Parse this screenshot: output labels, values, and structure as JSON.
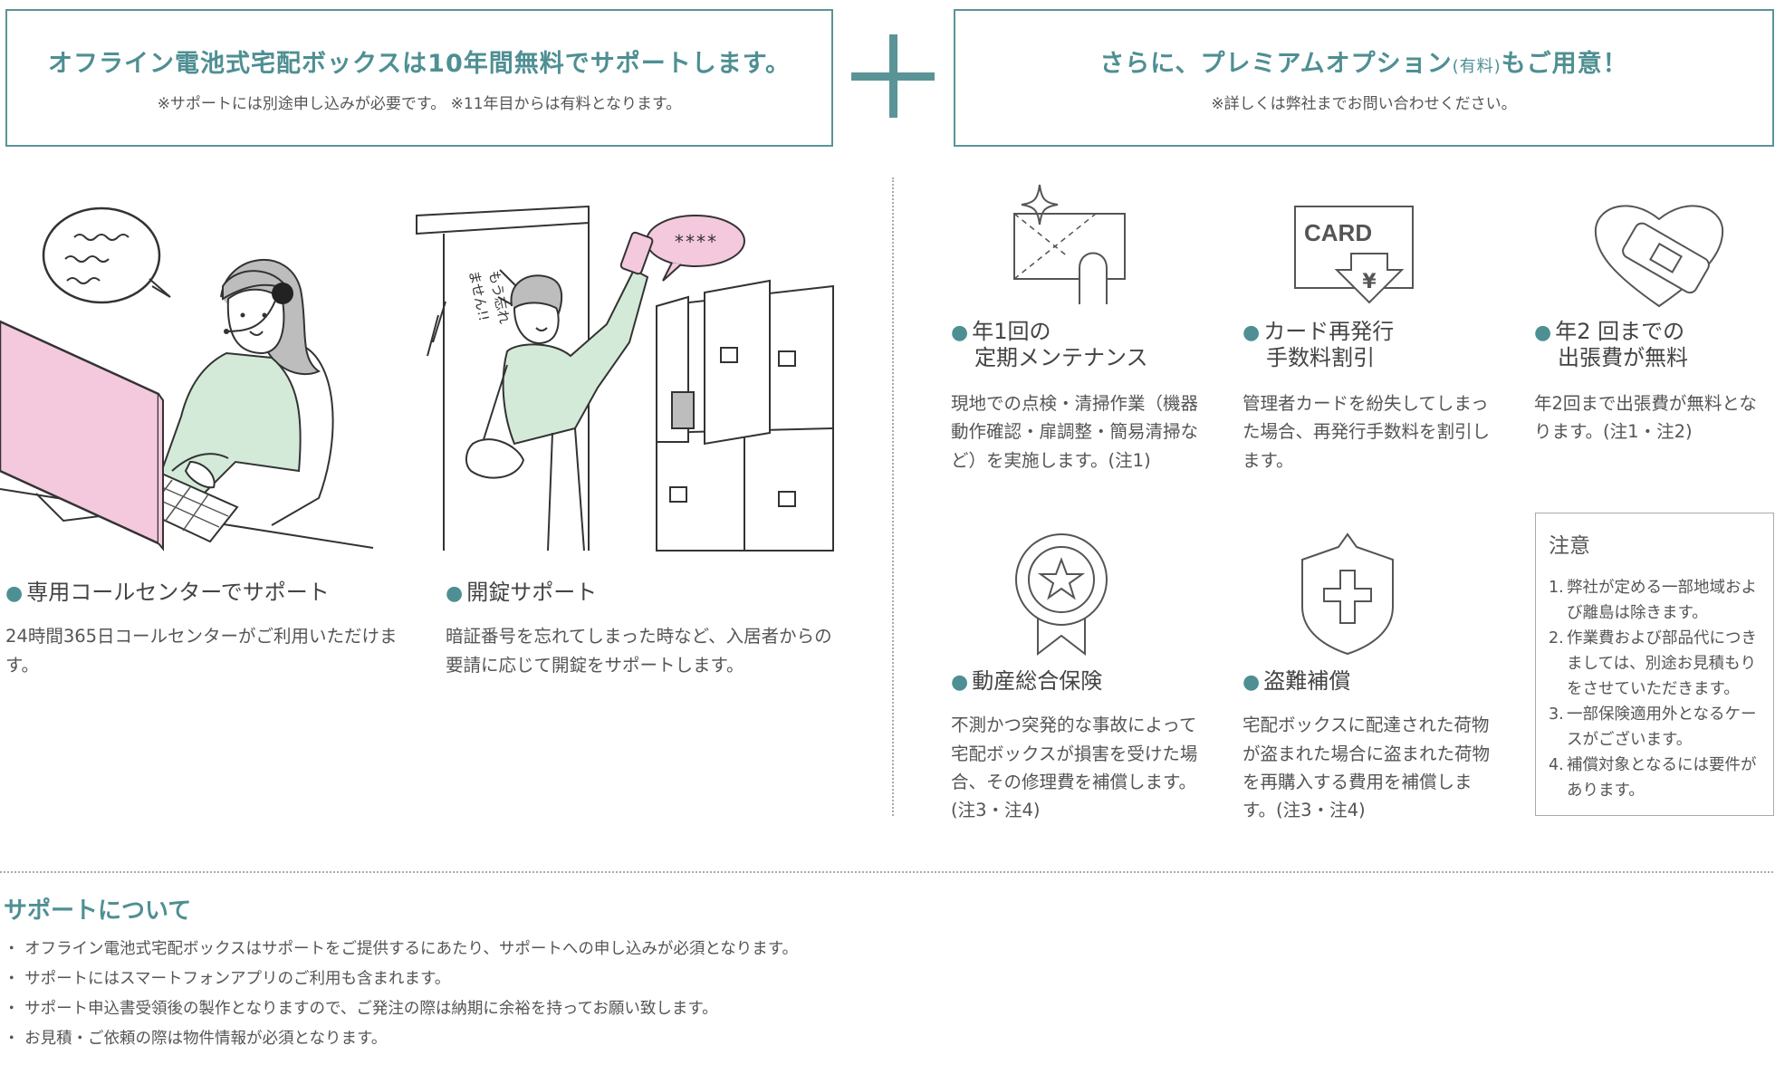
{
  "left_box": {
    "title": "オフライン電池式宅配ボックスは10年間無料でサポートします。",
    "note": "※サポートには別途申し込みが必要です。 ※11年目からは有料となります。"
  },
  "plus_symbol": "＋",
  "right_box": {
    "title_main": "さらに、プレミアムオプション",
    "title_small": "(有料)",
    "title_end": "もご用意！",
    "note": "※詳しくは弊社までお問い合わせください。"
  },
  "illustrations": {
    "speech_pin": "****",
    "forgot_text_1": "もう忘れ",
    "forgot_text_2": "ません!!",
    "card_text": "CARD",
    "yen": "¥"
  },
  "basic_services": [
    {
      "title": "専用コールセンターでサポート",
      "desc": "24時間365日コールセンターがご利用いただけます。"
    },
    {
      "title": "開錠サポート",
      "desc": "暗証番号を忘れてしまった時など、入居者からの要請に応じて開錠をサポートします。"
    }
  ],
  "premium_services": [
    {
      "title_line1": "年1回の",
      "title_line2": "定期メンテナンス",
      "desc": "現地での点検・清掃作業（機器動作確認・扉調整・簡易清掃など）を実施します。(注1)"
    },
    {
      "title_line1": "カード再発行",
      "title_line2": "手数料割引",
      "desc": "管理者カードを紛失してしまった場合、再発行手数料を割引します。"
    },
    {
      "title_line1": "年2 回までの",
      "title_line2": "出張費が無料",
      "desc": "年2回まで出張費が無料となります。(注1・注2)"
    },
    {
      "title_line1": "動産総合保険",
      "title_line2": "",
      "desc": "不測かつ突発的な事故によって宅配ボックスが損害を受けた場合、その修理費を補償します。(注3・注4)"
    },
    {
      "title_line1": "盗難補償",
      "title_line2": "",
      "desc": "宅配ボックスに配達された荷物が盗まれた場合に盗まれた荷物を再購入する費用を補償します。(注3・注4)"
    }
  ],
  "notes_box": {
    "heading": "注意",
    "items": [
      {
        "num": "1.",
        "text": "弊社が定める一部地域および離島は除きます。"
      },
      {
        "num": "2.",
        "text": "作業費および部品代につきましては、別途お見積もりをさせていただきます。"
      },
      {
        "num": "3.",
        "text": "一部保険適用外となるケースがございます。"
      },
      {
        "num": "4.",
        "text": "補償対象となるには要件があります。"
      }
    ]
  },
  "footer": {
    "heading": "サポートについて",
    "items": [
      "・ オフライン電池式宅配ボックスはサポートをご提供するにあたり、サポートへの申し込みが必須となります。",
      "・ サポートにはスマートフォンアプリのご利用も含まれます。",
      "・ サポート申込書受領後の製作となりますので、ご発注の際は納期に余裕を持ってお願い致します。",
      "・ お見積・ご依頼の際は物件情報が必須となります。"
    ]
  },
  "colors": {
    "accent": "#4e8f93",
    "pink": "#f4c9dd",
    "green": "#d3ead8",
    "gray_text": "#555555"
  }
}
